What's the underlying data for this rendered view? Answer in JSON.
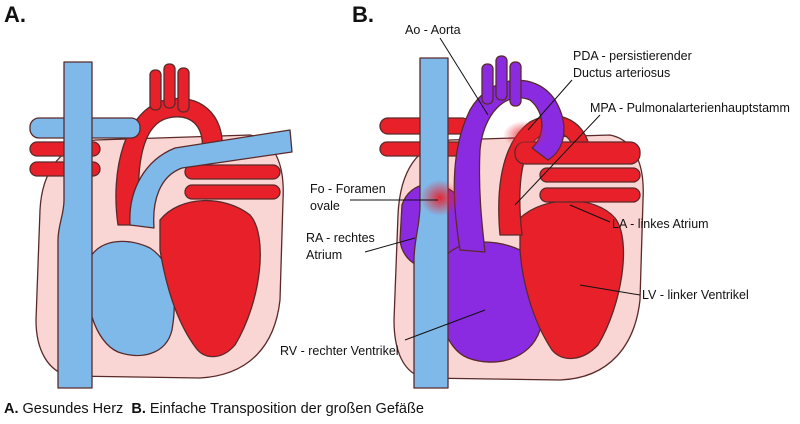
{
  "panels": {
    "a_letter": "A.",
    "b_letter": "B."
  },
  "labels": {
    "ao": "Ao - Aorta",
    "pda_1": "PDA - persistierender",
    "pda_2": "Ductus arteriosus",
    "mpa": "MPA - Pulmonalarterienhauptstamm",
    "fo_1": "Fo - Foramen",
    "fo_2": "ovale",
    "la": "LA - linkes Atrium",
    "ra_1": "RA - rechtes",
    "ra_2": "Atrium",
    "lv": "LV - linker Ventrikel",
    "rv": "RV - rechter Ventrikel"
  },
  "caption": {
    "a_key": "A.",
    "a_text": " Gesundes Herz",
    "b_key": "B.",
    "b_text": " Einfache Transposition der großen Gefäße"
  },
  "colors": {
    "oxygenated": "#e8202a",
    "deoxygenated": "#7eb9ea",
    "mixed": "#8a2be2",
    "pericardium": "#f9d5d3",
    "outline": "#5a2a2a"
  }
}
